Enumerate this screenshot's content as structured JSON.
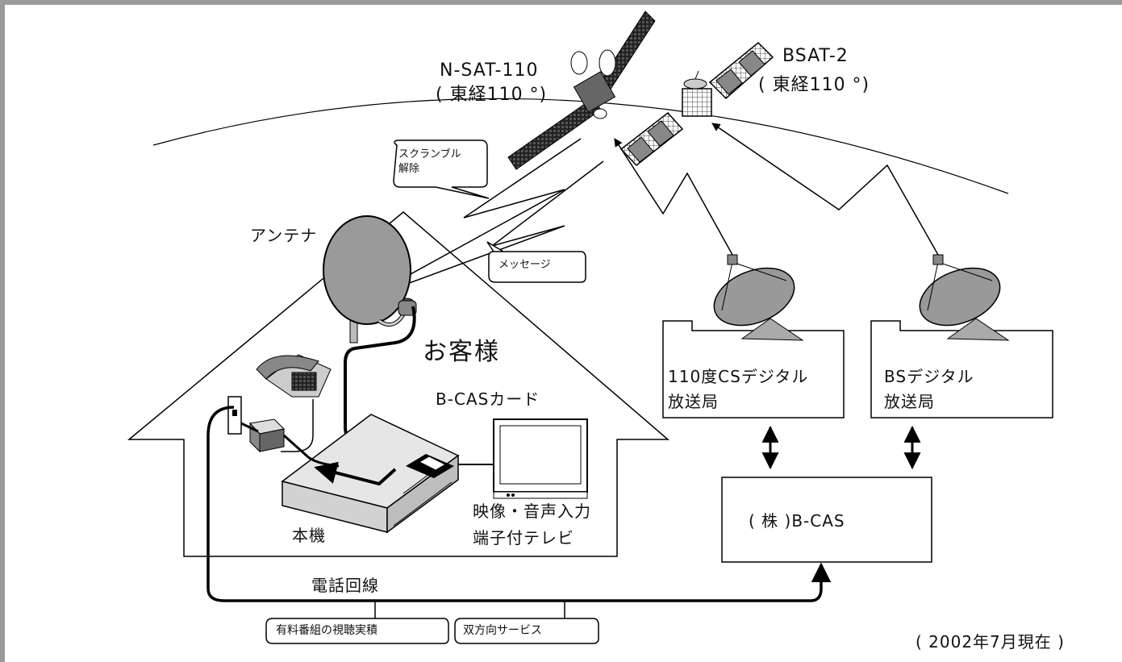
{
  "satellites": {
    "nsat": {
      "name": "N-SAT-110",
      "orbit": "( 東経110 °)"
    },
    "bsat": {
      "name": "BSAT-2",
      "orbit": "( 東経110 °)"
    }
  },
  "callouts": {
    "descramble": [
      "スクランブル",
      "解除"
    ],
    "message": "メッセージ",
    "viewing_history": "有料番組の視聴実積",
    "interactive": "双方向サービス"
  },
  "home": {
    "antenna": "アンテナ",
    "customer": "お客様",
    "bcas_card": "B-CASカード",
    "unit": "本機",
    "tv": [
      "映像・音声入力",
      "端子付テレビ"
    ],
    "phone_line": "電話回線"
  },
  "stations": {
    "cs": [
      "110度CSデジタル",
      "放送局"
    ],
    "bs": [
      "BSデジタル",
      "放送局"
    ],
    "bcas": "( 株 )B-CAS"
  },
  "footnote": "( 2002年7月現在 )"
}
